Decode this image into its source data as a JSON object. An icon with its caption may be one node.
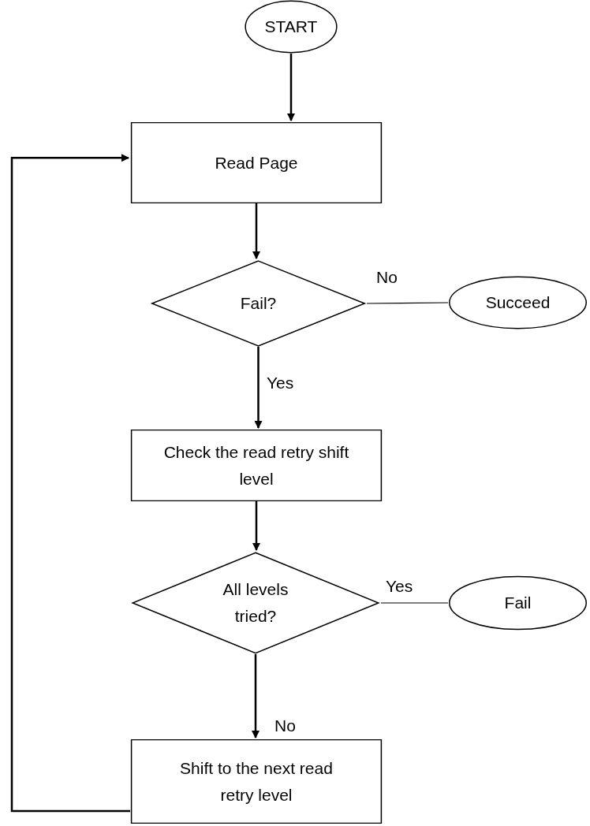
{
  "diagram": {
    "nodes": [
      {
        "text": [
          "START"
        ]
      },
      {
        "text": [
          "Read Page"
        ]
      },
      {
        "text": [
          "Fail?"
        ]
      },
      {
        "text": [
          "Succeed"
        ]
      },
      {
        "text": [
          "Check the read retry shift level"
        ]
      },
      {
        "text": [
          "All levels tried?"
        ]
      },
      {
        "text": [
          "Fail"
        ]
      },
      {
        "text": [
          "Shift to the next read retry level"
        ]
      }
    ],
    "edges": [
      {
        "from": 0,
        "to": 1,
        "arrow": "to"
      },
      {
        "from": 1,
        "to": 2,
        "arrow": "to"
      },
      {
        "from": 2,
        "to": 3,
        "arrow": "none",
        "label": "No"
      },
      {
        "from": 2,
        "to": 4,
        "arrow": "to",
        "label": "Yes"
      },
      {
        "from": 4,
        "to": 5,
        "arrow": "to"
      },
      {
        "from": 5,
        "to": 6,
        "arrow": "none",
        "label": "Yes"
      },
      {
        "from": 5,
        "to": 7,
        "arrow": "to",
        "label": "No"
      },
      {
        "from": 7,
        "to": 1,
        "arrow": "to"
      }
    ]
  }
}
